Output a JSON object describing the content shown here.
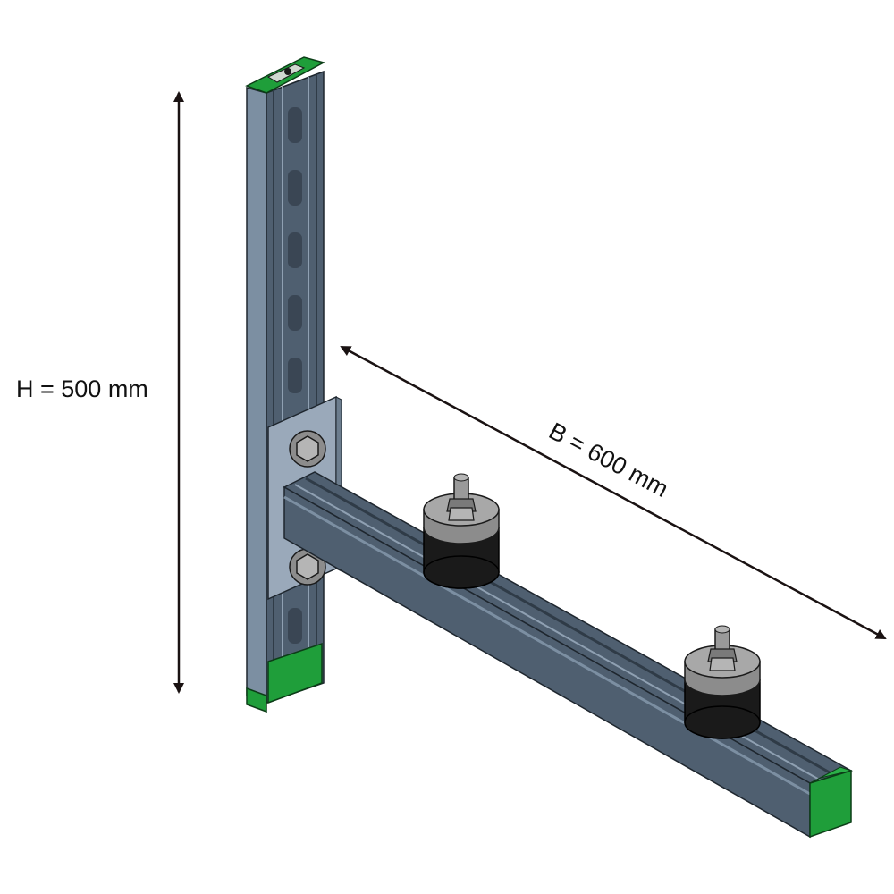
{
  "dimensions": {
    "height_label": "H = 500 mm",
    "width_label": "B = 600 mm"
  },
  "colors": {
    "steel": "#4f5f70",
    "steel_dark": "#2f3b47",
    "steel_light": "#7c8fa2",
    "plate": "#9aa9ba",
    "end_cap": "#1f9e3a",
    "rubber": "#1a1a1a",
    "metal_top": "#a8a8a8",
    "bolt": "#9a9a9a",
    "arrow": "#1a1212"
  },
  "icons": {
    "vertical_post": "vertical-strut-channel",
    "horizontal_arm": "horizontal-strut-channel",
    "mount_plate": "connection-plate",
    "isolators": "vibration-isolator"
  }
}
